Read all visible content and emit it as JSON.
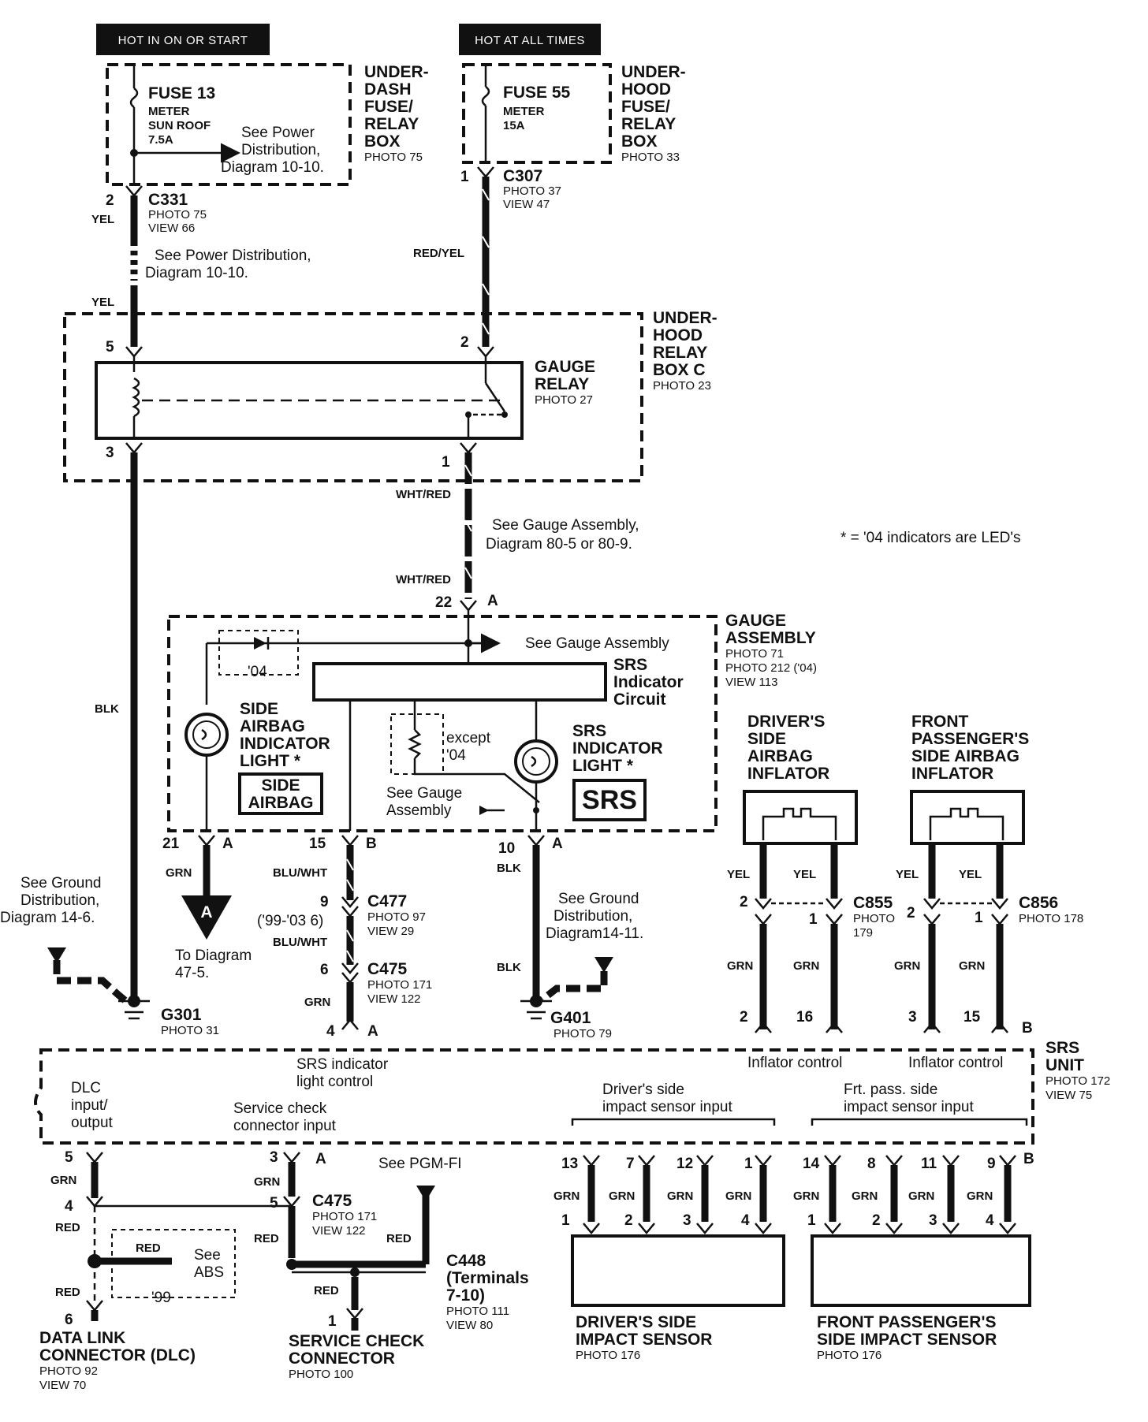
{
  "headers": {
    "hot_in_on_start": "HOT IN ON OR START",
    "hot_at_all_times": "HOT AT ALL TIMES"
  },
  "fuse13": {
    "name": "FUSE 13",
    "desc1": "METER",
    "desc2": "SUN ROOF",
    "rating": "7.5A"
  },
  "fuse55": {
    "name": "FUSE 55",
    "desc1": "METER",
    "rating": "15A"
  },
  "underdash_box": {
    "line1": "UNDER-",
    "line2": "DASH",
    "line3": "FUSE/",
    "line4": "RELAY",
    "line5": "BOX",
    "photo": "PHOTO 75"
  },
  "underhood_box": {
    "line1": "UNDER-",
    "line2": "HOOD",
    "line3": "FUSE/",
    "line4": "RELAY",
    "line5": "BOX",
    "photo": "PHOTO 33"
  },
  "see_power_dist_1": {
    "line1": "See Power",
    "line2": "Distribution,",
    "line3": "Diagram 10-10."
  },
  "see_power_dist_2": {
    "line1": "See Power Distribution,",
    "line2": "Diagram 10-10."
  },
  "c331": {
    "name": "C331",
    "pin": "2",
    "photo": "PHOTO 75",
    "view": "VIEW 66"
  },
  "c307": {
    "name": "C307",
    "pin": "1",
    "photo": "PHOTO 37",
    "view": "VIEW 47"
  },
  "wires": {
    "yel": "YEL",
    "red_yel": "RED/YEL",
    "wht_red": "WHT/RED",
    "blk": "BLK",
    "grn": "GRN",
    "blu_wht": "BLU/WHT",
    "red": "RED"
  },
  "relay_box_c": {
    "line1": "UNDER-",
    "line2": "HOOD",
    "line3": "RELAY",
    "line4": "BOX C",
    "photo": "PHOTO 23"
  },
  "gauge_relay": {
    "line1": "GAUGE",
    "line2": "RELAY",
    "photo": "PHOTO 27",
    "pin5": "5",
    "pin2": "2",
    "pin3": "3",
    "pin1": "1"
  },
  "see_gauge_assembly_diag": {
    "line1": "See  Gauge Assembly,",
    "line2": "Diagram 80-5 or 80-9."
  },
  "led_note": "*  =  '04 indicators are LED's",
  "gauge_assembly": {
    "line1": "GAUGE",
    "line2": "ASSEMBLY",
    "photo1": "PHOTO 71",
    "photo2": "PHOTO 212 ('04)",
    "view": "VIEW 113",
    "pin22": "22",
    "conn_a": "A",
    "see_gauge_assembly": "See Gauge Assembly",
    "see_gauge_assembly2_l1": "See Gauge",
    "see_gauge_assembly2_l2": "Assembly",
    "year04": "'04",
    "except_l1": "except",
    "except_l2": "'04"
  },
  "srs_indicator_circuit": {
    "line1": "SRS",
    "line2": "Indicator",
    "line3": "Circuit"
  },
  "side_airbag_light": {
    "line1": "SIDE",
    "line2": "AIRBAG",
    "line3": "INDICATOR",
    "line4": "LIGHT *",
    "badge1": "SIDE",
    "badge2": "AIRBAG"
  },
  "srs_light": {
    "line1": "SRS",
    "line2": "INDICATOR",
    "line3": "LIGHT *",
    "badge": "SRS"
  },
  "gauge_pins": {
    "p21": "21",
    "a1": "A",
    "p15": "15",
    "b1": "B",
    "p10": "10",
    "a2": "A"
  },
  "see_ground_14_6": {
    "line1": "See Ground",
    "line2": "Distribution,",
    "line3": "Diagram 14-6."
  },
  "see_ground_14_11": {
    "line1": "See Ground",
    "line2": "Distribution,",
    "line3": "Diagram14-11."
  },
  "to_diagram": {
    "arrow": "A",
    "line1": "To Diagram",
    "line2": "47-5."
  },
  "c477": {
    "name": "C477",
    "pin": "9",
    "alt": "('99-'03 6)",
    "photo": "PHOTO 97",
    "view": "VIEW 29"
  },
  "c475_top": {
    "name": "C475",
    "pin": "6",
    "photo": "PHOTO 171",
    "view": "VIEW 122"
  },
  "srs_pin4a": {
    "pin": "4",
    "conn": "A"
  },
  "g301": {
    "name": "G301",
    "photo": "PHOTO 31"
  },
  "g401": {
    "name": "G401",
    "photo": "PHOTO 79"
  },
  "drivers_inflator": {
    "line1": "DRIVER'S",
    "line2": "SIDE",
    "line3": "AIRBAG",
    "line4": "INFLATOR"
  },
  "pass_inflator": {
    "line1": "FRONT",
    "line2": "PASSENGER'S",
    "line3": "SIDE AIRBAG",
    "line4": "INFLATOR"
  },
  "c855": {
    "name": "C855",
    "photo1": "PHOTO",
    "photo2": "179",
    "pin2": "2",
    "pin1": "1"
  },
  "c856": {
    "name": "C856",
    "photo": "PHOTO 178",
    "pin2": "2",
    "pin1": "1"
  },
  "inflator_srs_pins": {
    "p2": "2",
    "p16": "16",
    "p3": "3",
    "p15": "15",
    "b": "B"
  },
  "srs_unit": {
    "line1": "SRS",
    "line2": "UNIT",
    "photo": "PHOTO 172",
    "view": "VIEW 75",
    "indicator_ctrl_l1": "SRS indicator",
    "indicator_ctrl_l2": "light control",
    "inflator_ctrl_1": "Inflator control",
    "inflator_ctrl_2": "Inflator control",
    "dlc_l1": "DLC",
    "dlc_l2": "input/",
    "dlc_l3": "output",
    "svc_l1": "Service check",
    "svc_l2": "connector input",
    "drv_sensor_l1": "Driver's side",
    "drv_sensor_l2": "impact sensor input",
    "pass_sensor_l1": "Frt. pass. side",
    "pass_sensor_l2": "impact sensor input"
  },
  "bottom_pins": {
    "p5": "5",
    "p3": "3",
    "a": "A",
    "drv": [
      "13",
      "7",
      "12",
      "1"
    ],
    "pass": [
      "14",
      "8",
      "11",
      "9"
    ],
    "b": "B",
    "sensor_pins": [
      "1",
      "2",
      "3",
      "4"
    ]
  },
  "dlc": {
    "line1": "DATA LINK",
    "line2": "CONNECTOR (DLC)",
    "photo": "PHOTO 92",
    "view": "VIEW 70",
    "pin4": "4",
    "pin6": "6"
  },
  "c475_bottom": {
    "name": "C475",
    "pin": "5",
    "photo": "PHOTO 171",
    "view": "VIEW 122"
  },
  "see_pgm_fi": "See PGM-FI",
  "see_abs": {
    "line1": "See",
    "line2": "ABS",
    "year": "'99"
  },
  "c448": {
    "line1": "C448",
    "line2": "(Terminals",
    "line3": "7-10)",
    "photo": "PHOTO 111",
    "view": "VIEW 80"
  },
  "service_check": {
    "line1": "SERVICE CHECK",
    "line2": "CONNECTOR",
    "photo": "PHOTO 100",
    "pin": "1"
  },
  "drv_impact_sensor": {
    "line1": "DRIVER'S SIDE",
    "line2": "IMPACT SENSOR",
    "photo": "PHOTO 176"
  },
  "pass_impact_sensor": {
    "line1": "FRONT PASSENGER'S",
    "line2": "SIDE IMPACT SENSOR",
    "photo": "PHOTO 176"
  }
}
